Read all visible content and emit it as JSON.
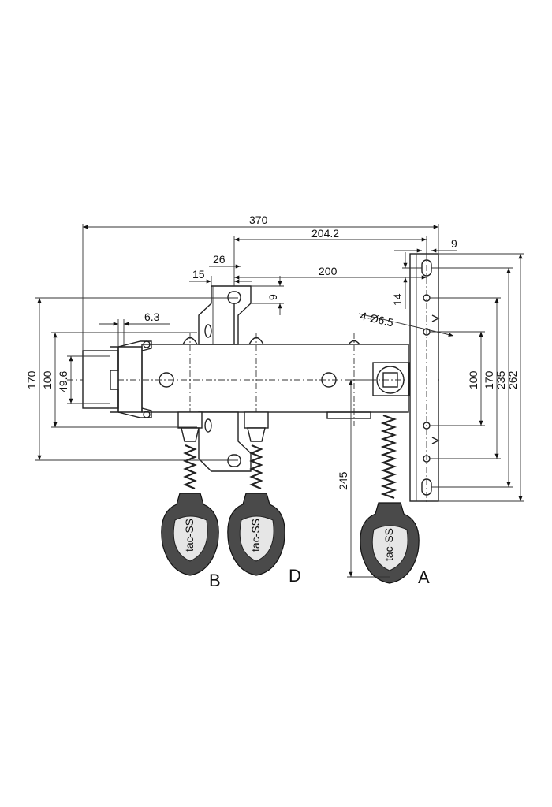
{
  "dimensions": {
    "d370": "370",
    "d204_2": "204.2",
    "d9_top": "9",
    "d26": "26",
    "d15": "15",
    "d200": "200",
    "d9_small": "9",
    "d14": "14",
    "d4_hole": "4-Ø6.5",
    "d6_3": "6.3",
    "d170_left": "170",
    "d100_left": "100",
    "d49_6": "49.6",
    "d100_right": "100",
    "d170_right": "170",
    "d235": "235",
    "d262": "262",
    "d245": "245"
  },
  "labels": {
    "knob_b": "B",
    "knob_d": "D",
    "knob_a": "A"
  }
}
